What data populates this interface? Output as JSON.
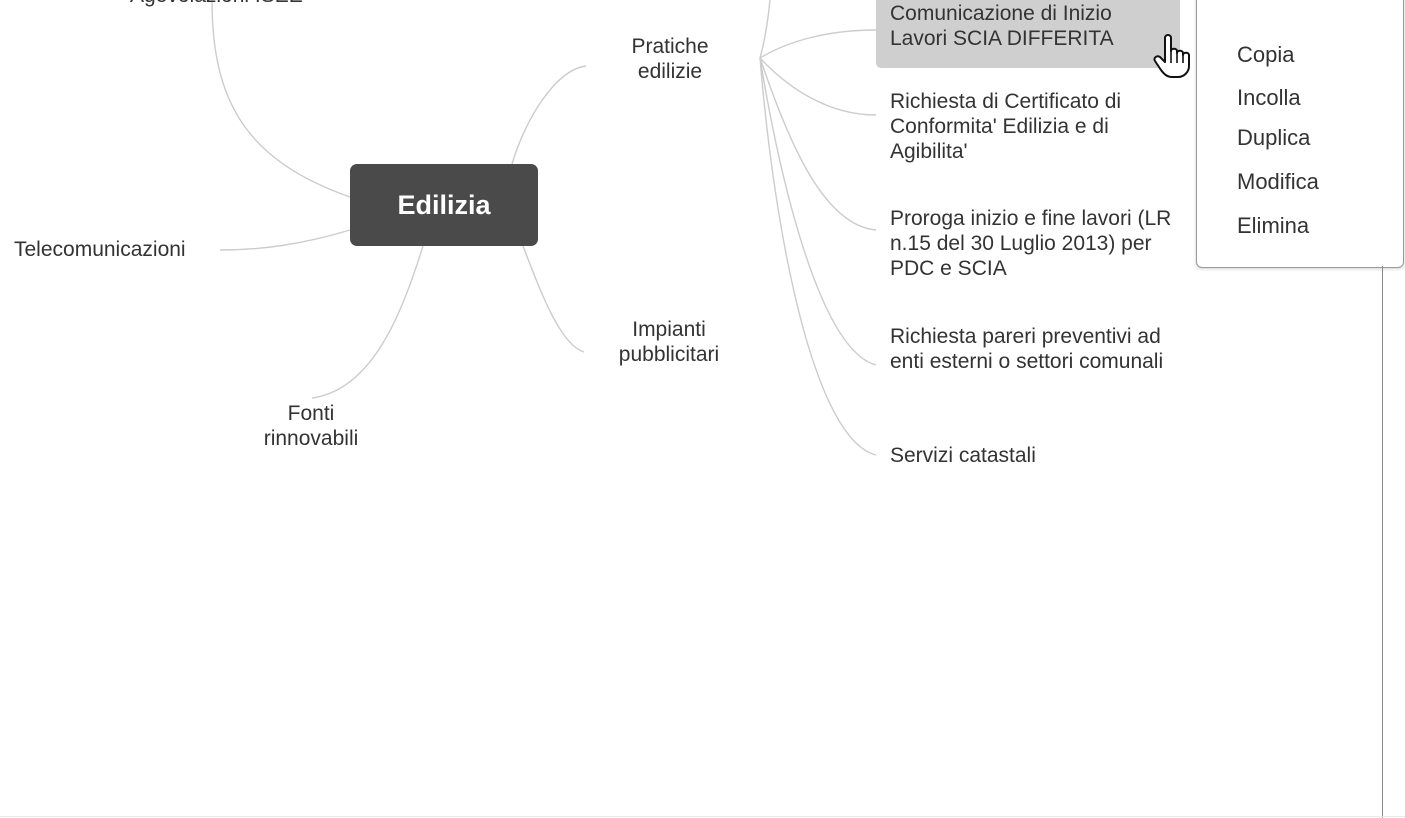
{
  "mindmap": {
    "root": "Edilizia",
    "cut_top_label": "Agevolazioni ISEE",
    "left_nodes": {
      "telecom": "Telecomunicazioni",
      "fonti": "Fonti rinnovabili"
    },
    "right_nodes": {
      "pratiche": "Pratiche edilizie",
      "impianti": "Impianti pubblicitari"
    },
    "selected_child": {
      "line1": "Comunicazione di Inizio",
      "line2": "Lavori SCIA DIFFERITA"
    },
    "children": [
      "Richiesta di Certificato di Conformita' Edilizia e di Agibilita'",
      "Proroga inizio e fine lavori (LR n.15 del 30 Luglio 2013) per PDC e SCIA",
      "Richiesta pareri preventivi ad enti esterni o settori comunali",
      "Servizi catastali"
    ]
  },
  "context_menu": {
    "items": [
      "Copia",
      "Incolla",
      "Duplica",
      "Modifica",
      "Elimina"
    ]
  },
  "colors": {
    "root_fill": "#4a4a4a",
    "selected_fill": "#cfcfcf",
    "link_stroke": "#cccccc",
    "text": "#333333"
  },
  "icons": {
    "cursor": "hand-pointer-icon"
  }
}
